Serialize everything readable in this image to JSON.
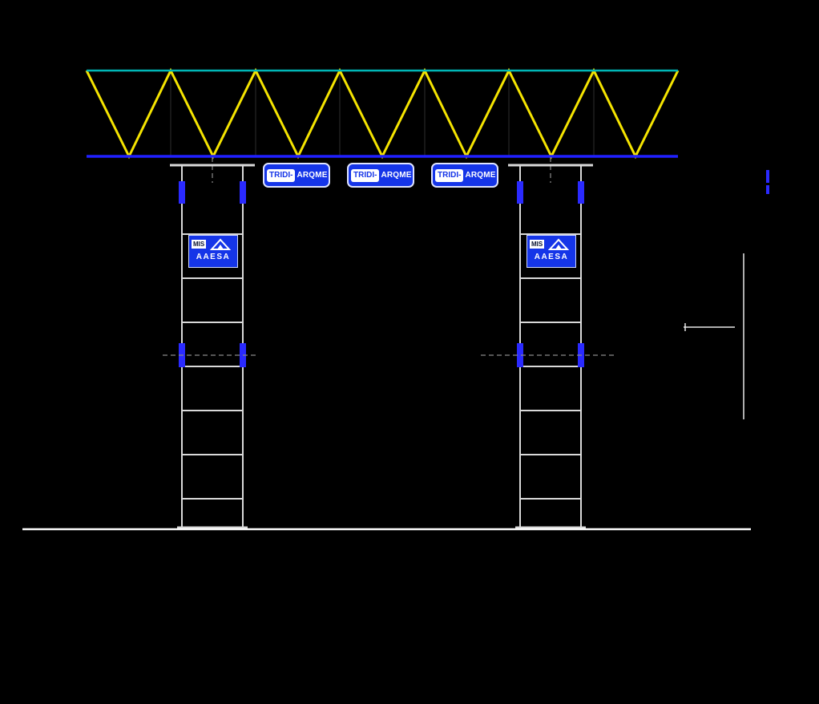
{
  "drawing": {
    "type": "cad-structural-elevation",
    "badges": [
      {
        "left": "TRIDI-",
        "right": "ARQME"
      },
      {
        "left": "TRIDI-",
        "right": "ARQME"
      },
      {
        "left": "TRIDI-",
        "right": "ARQME"
      }
    ],
    "column_logos": [
      {
        "chip": "MIS",
        "brand": "AAESA"
      },
      {
        "chip": "MIS",
        "brand": "AAESA"
      }
    ]
  },
  "colors": {
    "background": "#000000",
    "truss_top_chord": "#00b7b7",
    "truss_bottom_chord": "#2020ff",
    "truss_web": "#f5e400",
    "column": "#d9d9d9",
    "clamp": "#2a2aff",
    "centerline": "#8a8a8a",
    "ground": "#ffffff",
    "badge_blue": "#1535e8",
    "dimension": "#e8e8e8"
  }
}
